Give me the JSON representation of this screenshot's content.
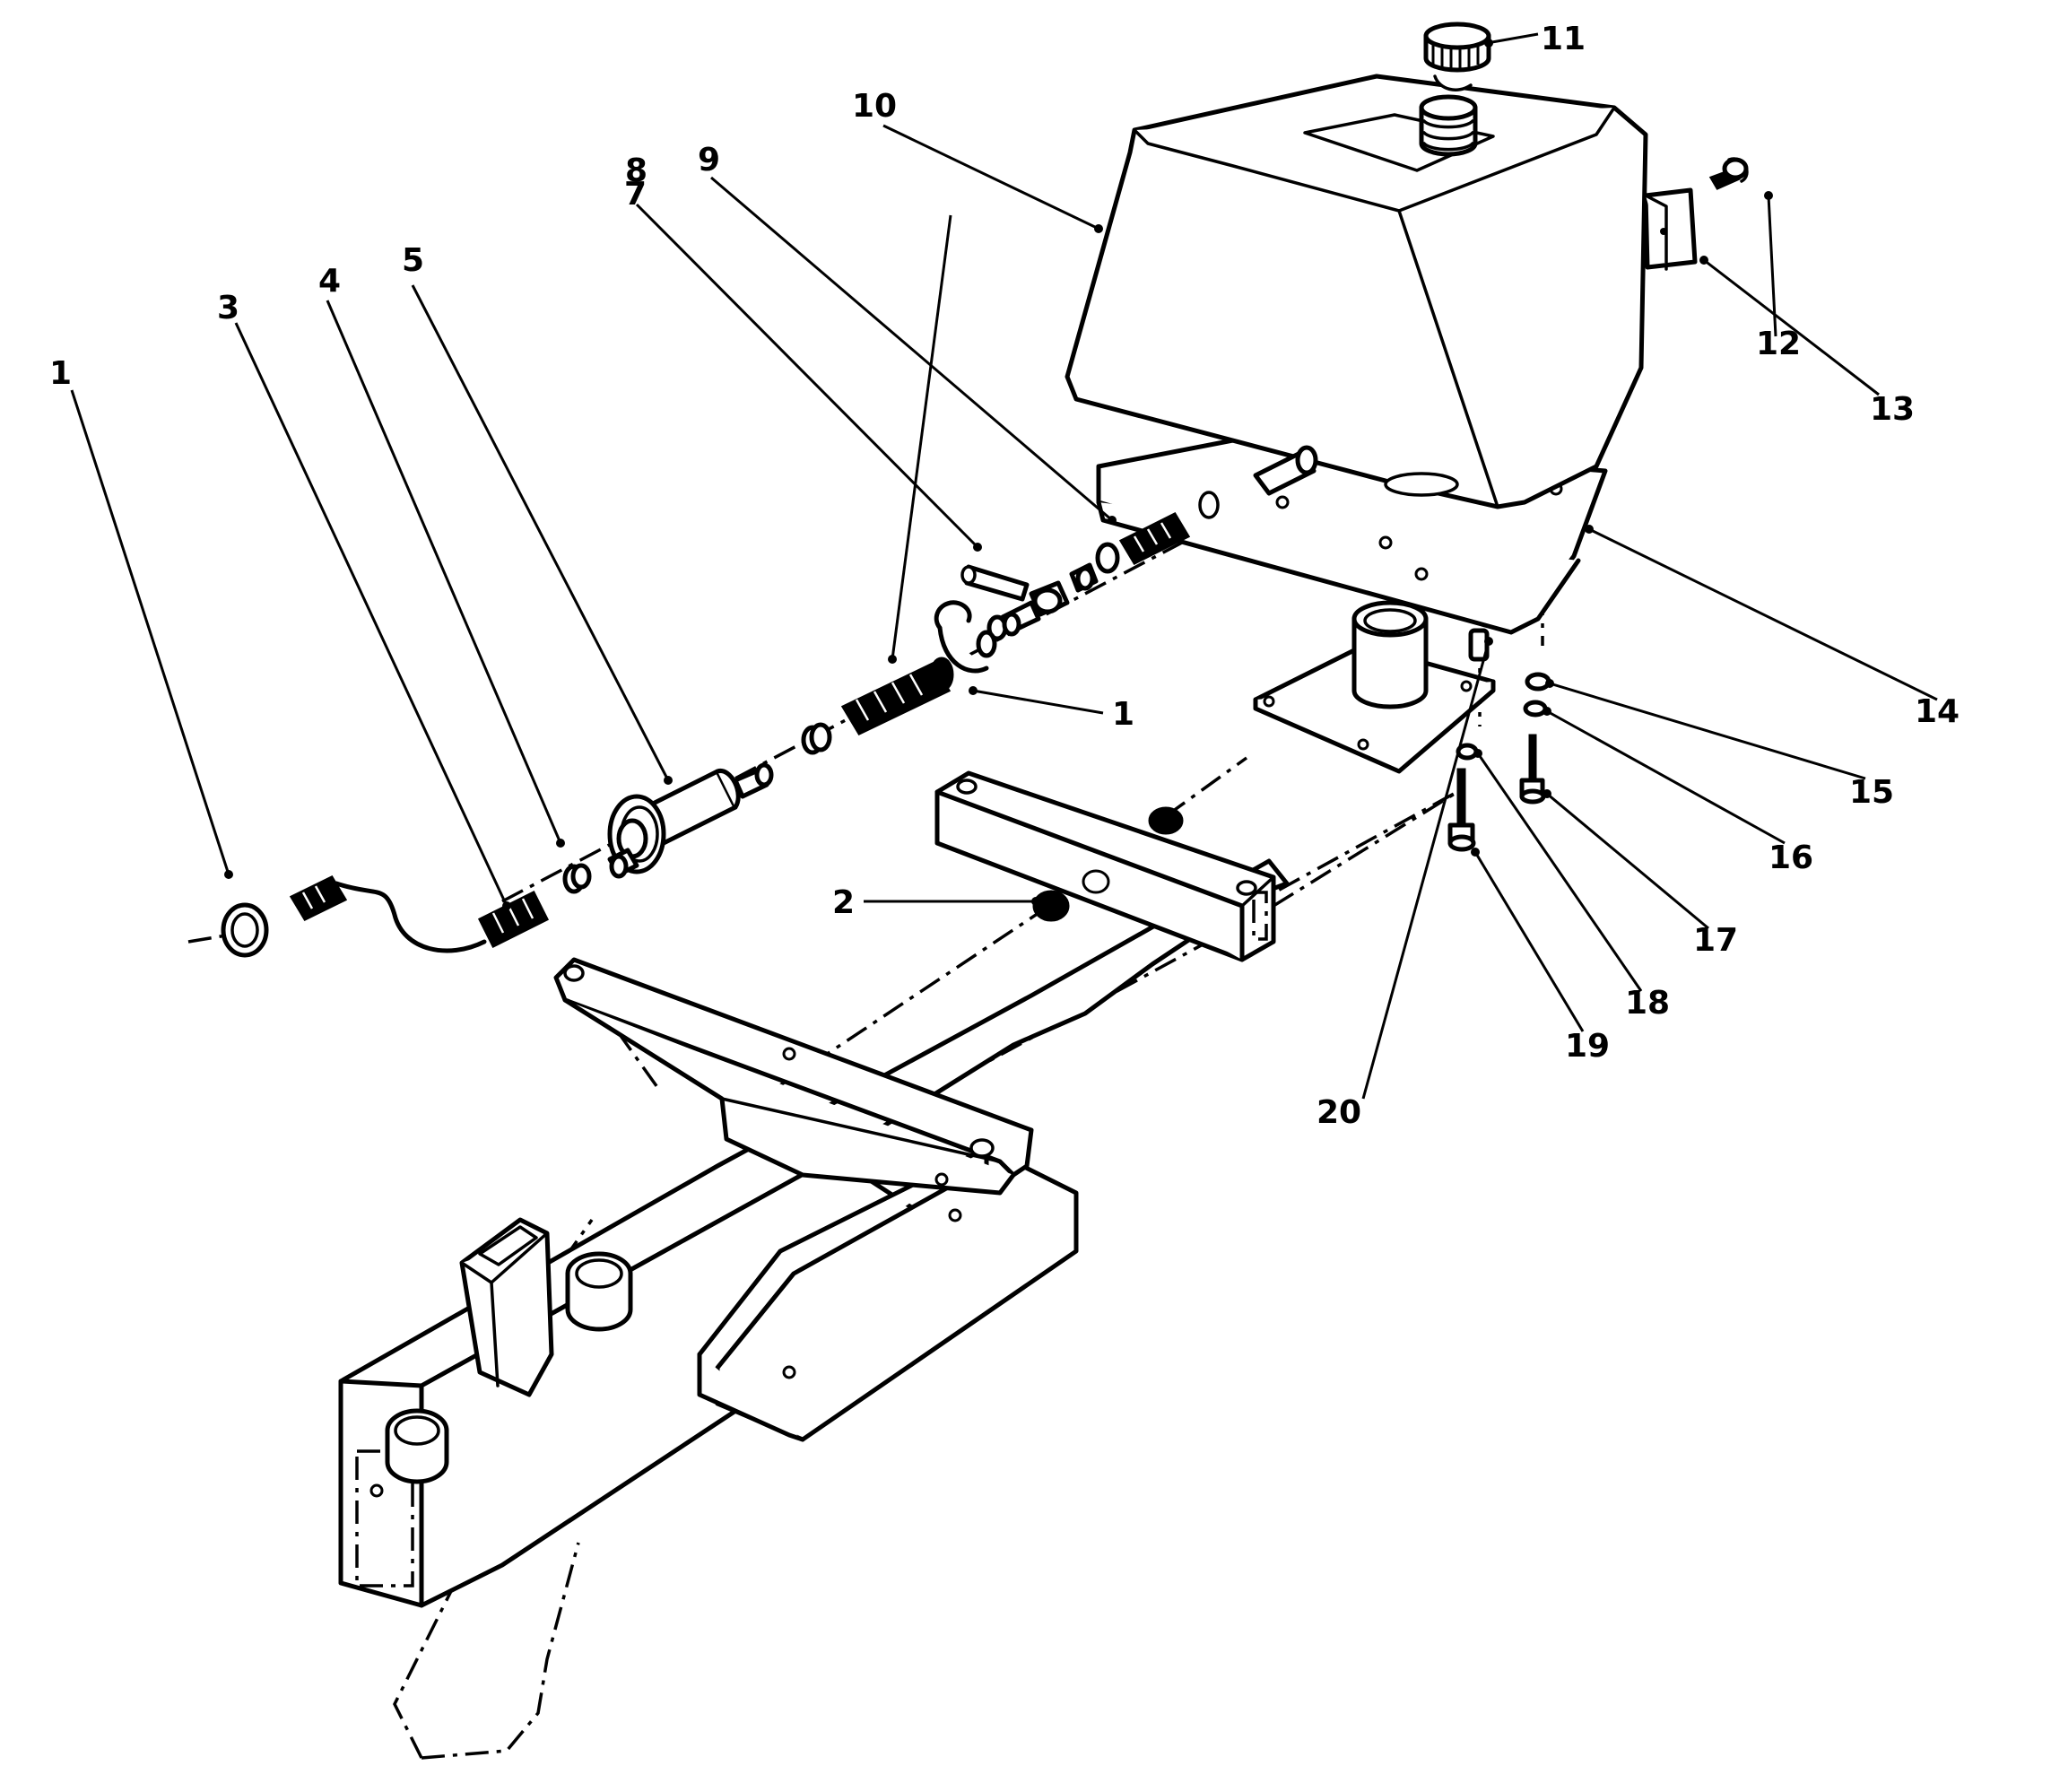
{
  "callouts": [
    {
      "id": "1",
      "label": "1"
    },
    {
      "id": "1b",
      "label": "1"
    },
    {
      "id": "2",
      "label": "2"
    },
    {
      "id": "3",
      "label": "3"
    },
    {
      "id": "4",
      "label": "4"
    },
    {
      "id": "5",
      "label": "5"
    },
    {
      "id": "7",
      "label": "7"
    },
    {
      "id": "8",
      "label": "8"
    },
    {
      "id": "9",
      "label": "9"
    },
    {
      "id": "10",
      "label": "10"
    },
    {
      "id": "11",
      "label": "11"
    },
    {
      "id": "12",
      "label": "12"
    },
    {
      "id": "13",
      "label": "13"
    },
    {
      "id": "14",
      "label": "14"
    },
    {
      "id": "15",
      "label": "15"
    },
    {
      "id": "16",
      "label": "16"
    },
    {
      "id": "17",
      "label": "17"
    },
    {
      "id": "18",
      "label": "18"
    },
    {
      "id": "19",
      "label": "19"
    },
    {
      "id": "20",
      "label": "20"
    }
  ]
}
